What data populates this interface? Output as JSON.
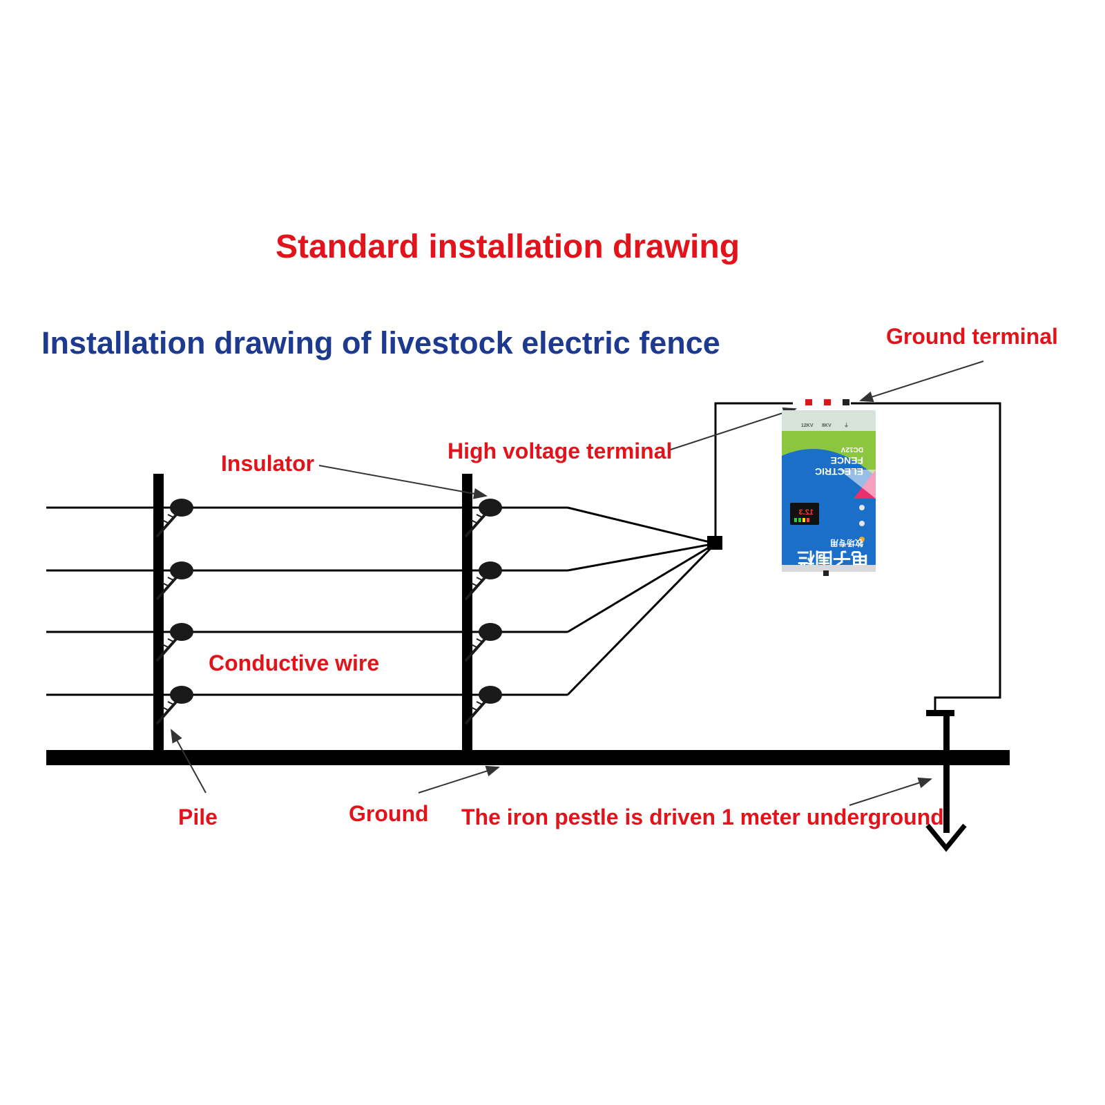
{
  "title": "Standard installation drawing",
  "subtitle": "Installation drawing of livestock electric fence",
  "labels": {
    "ground_terminal": "Ground terminal",
    "high_voltage_terminal": "High voltage terminal",
    "insulator": "Insulator",
    "conductive_wire": "Conductive wire",
    "pile": "Pile",
    "ground": "Ground",
    "iron_pestle": "The iron pestle is driven 1 meter underground"
  },
  "device": {
    "brand_line1": "ELECTRIC",
    "brand_line2": "FENCE",
    "voltage": "DC12V",
    "display_reading": "12.3",
    "chinese_name": "电子围栏",
    "chinese_sub": "牧场专用"
  },
  "colors": {
    "label_red": "#e3131b",
    "subtitle_blue": "#1e3a8f",
    "line_black": "#000000",
    "device_blue": "#1c6fc8",
    "device_green": "#8cc63f",
    "device_pink": "#e8306f"
  }
}
